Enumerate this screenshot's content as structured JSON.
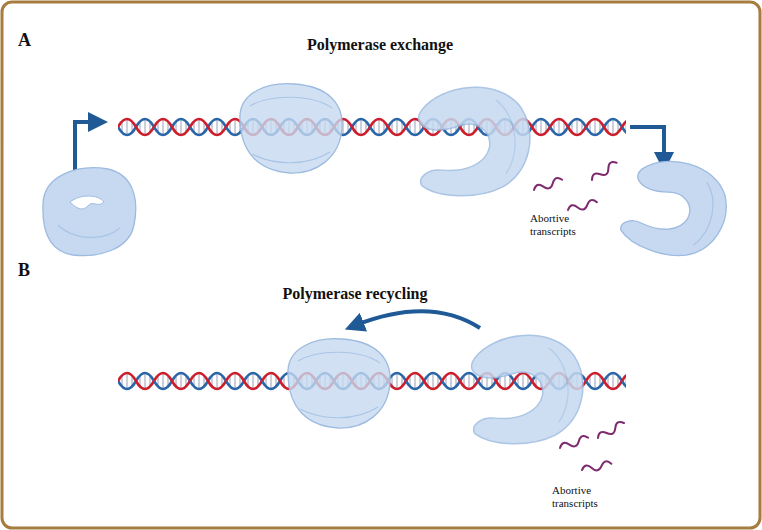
{
  "diagram": {
    "labels": [
      "A",
      "Polymerase exchange",
      "Abortive transcripts",
      "B",
      "Polymerase recycling",
      "Abortive transcripts"
    ]
  }
}
